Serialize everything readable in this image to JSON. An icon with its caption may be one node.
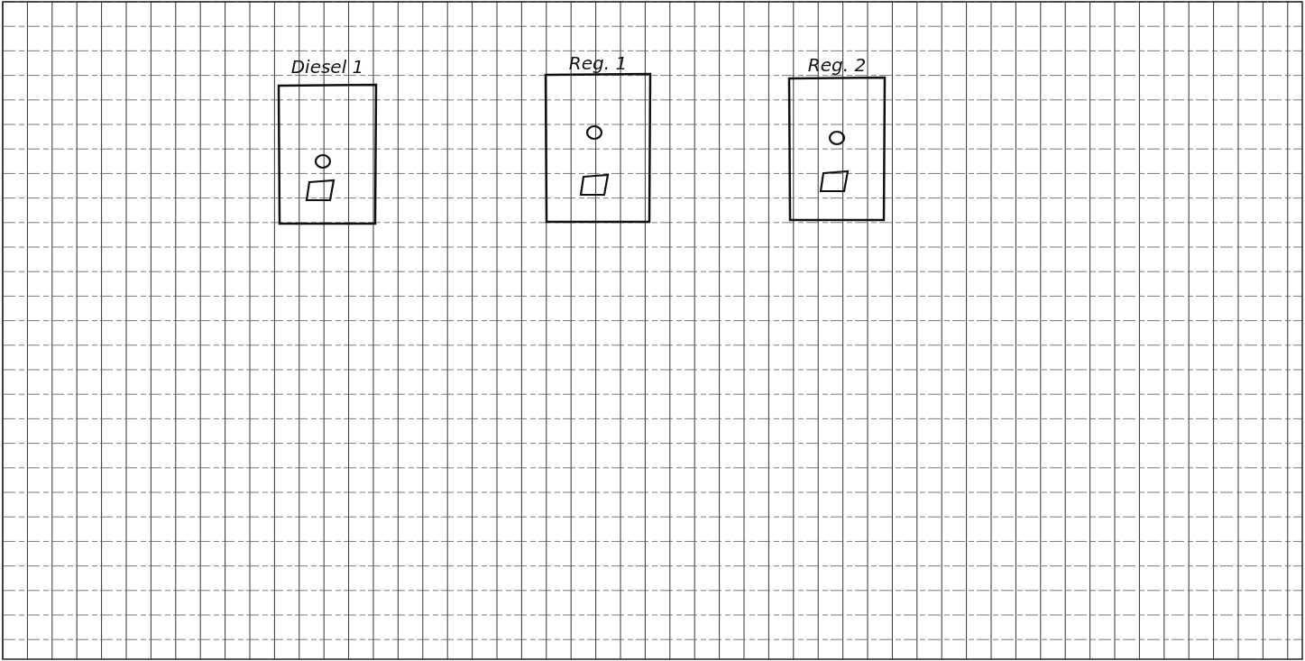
{
  "diagram": {
    "nodes": [
      {
        "text": [
          "Diesel 1"
        ]
      },
      {
        "text": [],
        "shape": "circle",
        "in": 0
      },
      {
        "text": [],
        "shape": "parallelogram",
        "in": 0
      },
      {
        "text": [
          "Reg. 1"
        ]
      },
      {
        "text": [],
        "shape": "circle",
        "in": 3
      },
      {
        "text": [],
        "shape": "parallelogram",
        "in": 3
      },
      {
        "text": [
          "Reg. 2"
        ]
      },
      {
        "text": [],
        "shape": "circle",
        "in": 6
      },
      {
        "text": [],
        "shape": "parallelogram",
        "in": 6
      }
    ]
  }
}
